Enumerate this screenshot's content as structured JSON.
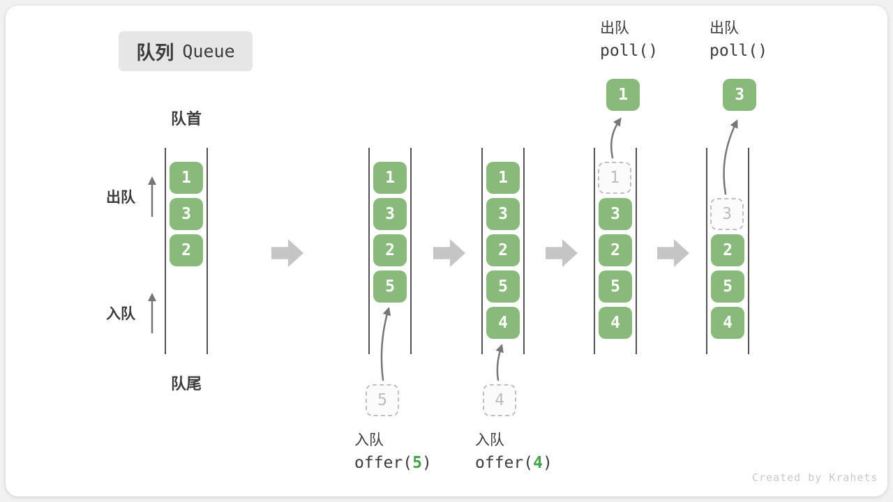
{
  "title": {
    "zh": "队列",
    "en": "Queue"
  },
  "labels": {
    "front": "队首",
    "rear": "队尾",
    "dequeue_side": "出队",
    "enqueue_side": "入队"
  },
  "columns": [
    {
      "blocks": [
        "1",
        "3",
        "2"
      ]
    },
    {
      "blocks": [
        "1",
        "3",
        "2",
        "5"
      ],
      "incoming": "5"
    },
    {
      "blocks": [
        "1",
        "3",
        "2",
        "5",
        "4"
      ],
      "incoming": "4"
    },
    {
      "blocks": [
        "3",
        "2",
        "5",
        "4"
      ],
      "removed": "1",
      "popped": "1"
    },
    {
      "blocks": [
        "2",
        "5",
        "4"
      ],
      "removed": "3",
      "popped": "3"
    }
  ],
  "operations": {
    "enqueue_5": {
      "label": "入队",
      "fn": "offer(",
      "arg": "5",
      "close": ")"
    },
    "enqueue_4": {
      "label": "入队",
      "fn": "offer(",
      "arg": "4",
      "close": ")"
    },
    "dequeue_1": {
      "label": "出队",
      "code": "poll()"
    },
    "dequeue_2": {
      "label": "出队",
      "code": "poll()"
    }
  },
  "watermark": "Created by Krahets",
  "colors": {
    "block_green": "#89BA7B",
    "accent_green": "#44A248",
    "arrow_gray": "#C5C5C5",
    "line_dark": "#525252",
    "text_dark": "#3B3B3B",
    "muted": "#BDBDBD",
    "watermark": "#C9C9C9",
    "badge_bg": "#E6E6E6"
  }
}
